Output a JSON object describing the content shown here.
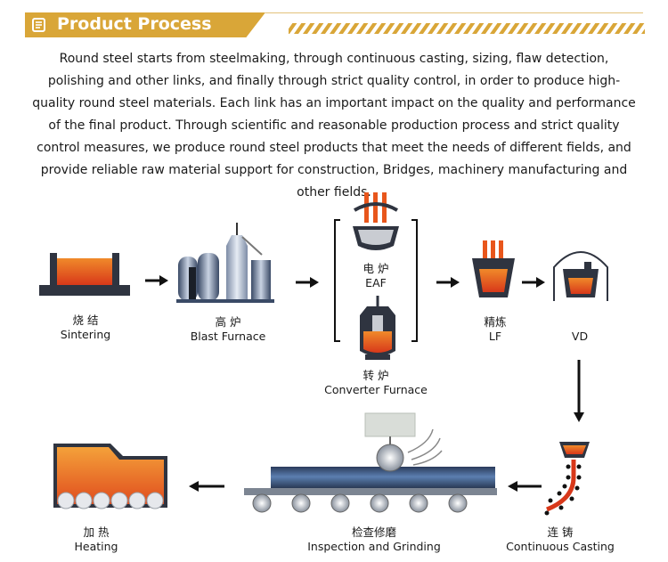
{
  "header": {
    "title": "Product Process",
    "icon": "scroll-icon"
  },
  "description": "Round steel starts from steelmaking, through continuous casting, sizing, flaw detection, polishing and other links, and finally through strict quality control, in order to produce high-quality round steel materials. Each link has an important impact on the quality and performance of the final product. Through scientific and reasonable production process and strict quality control measures, we produce round steel products that meet the needs of different fields, and provide reliable raw material support for construction, Bridges, machinery manufacturing and other fields.",
  "steps": {
    "sintering": {
      "cn": "烧 结",
      "en": "Sintering"
    },
    "blast_furnace": {
      "cn": "高 炉",
      "en": "Blast Furnace"
    },
    "eaf": {
      "cn": "电 炉",
      "en": "EAF"
    },
    "converter": {
      "cn": "转 炉",
      "en": "Converter Furnace"
    },
    "lf": {
      "cn": "精炼",
      "en": "LF"
    },
    "vd": {
      "en": "VD"
    },
    "continuous_casting": {
      "cn": "连 铸",
      "en": "Continuous Casting"
    },
    "inspection": {
      "cn": "检查修磨",
      "en": "Inspection and Grinding"
    },
    "heating": {
      "cn": "加 热",
      "en": "Heating"
    }
  },
  "colors": {
    "accent": "#d9a638",
    "molten": "#e8561c",
    "steel": "#5b6d8a"
  }
}
